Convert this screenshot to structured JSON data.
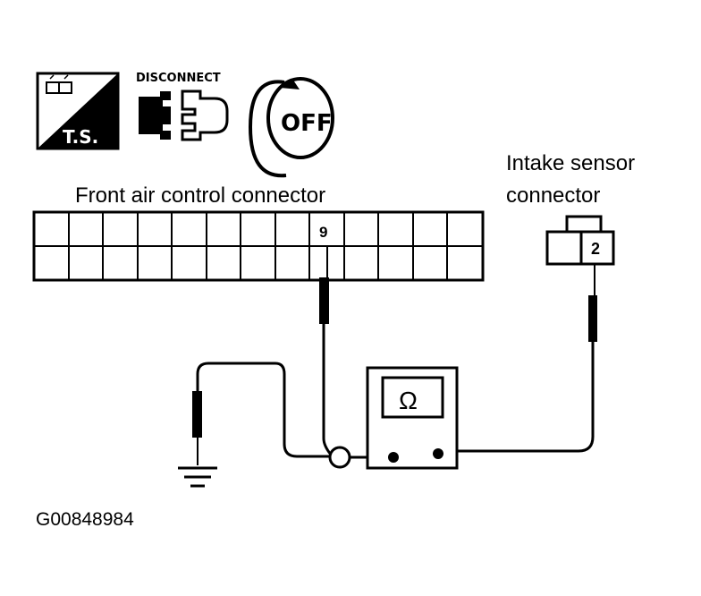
{
  "icons": {
    "ts_label": "T.S.",
    "disconnect_label": "DISCONNECT",
    "ignition_label": "OFF"
  },
  "front_connector": {
    "title": "Front air control connector",
    "pin_label": "9"
  },
  "intake_connector": {
    "title_line1": "Intake sensor",
    "title_line2": "connector",
    "pin_label": "2"
  },
  "meter": {
    "symbol": "Ω"
  },
  "figure_id": "G00848984"
}
